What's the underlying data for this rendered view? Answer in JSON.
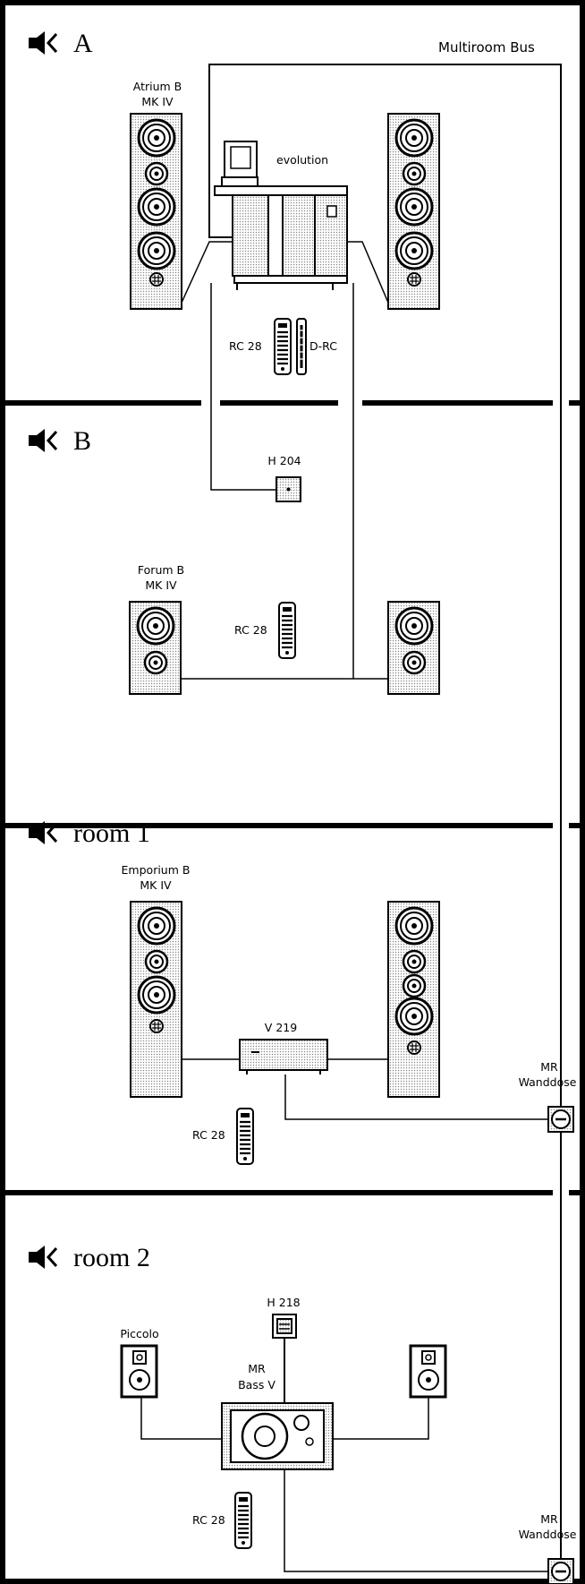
{
  "bus_label": "Multiroom Bus",
  "rooms": [
    {
      "title": "A"
    },
    {
      "title": "B"
    },
    {
      "title": "room 1"
    },
    {
      "title": "room 2"
    }
  ],
  "room_a": {
    "speaker_model_line1": "Atrium B",
    "speaker_model_line2": "MK IV",
    "system_label": "evolution",
    "remote1_label": "RC 28",
    "remote2_label": "D-RC"
  },
  "room_b": {
    "wall_unit_label": "H 204",
    "speaker_model_line1": "Forum B",
    "speaker_model_line2": "MK IV",
    "remote_label": "RC 28"
  },
  "room_1": {
    "speaker_model_line1": "Emporium B",
    "speaker_model_line2": "MK IV",
    "amp_label": "V 219",
    "remote_label": "RC 28",
    "socket_label_line1": "MR",
    "socket_label_line2": "Wanddose"
  },
  "room_2": {
    "wall_unit_label": "H 218",
    "speaker_label": "Piccolo",
    "sub_label_line1": "MR",
    "sub_label_line2": "Bass V",
    "remote_label": "RC 28",
    "socket_label_line1": "MR",
    "socket_label_line2": "Wanddose"
  },
  "icons": {
    "speaker": "speaker-icon"
  },
  "colors": {
    "line": "#000000",
    "stipple": "#d9d9d9",
    "background": "#ffffff"
  }
}
